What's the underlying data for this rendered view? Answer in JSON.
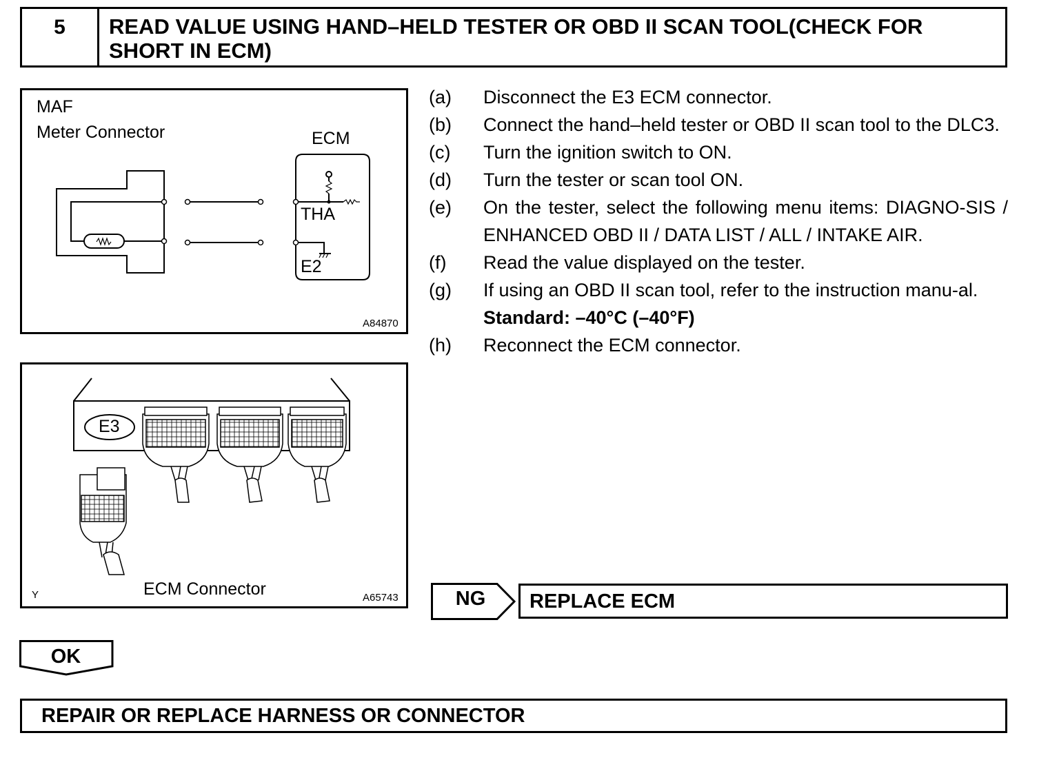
{
  "header": {
    "step_number": "5",
    "title": "READ VALUE USING HAND–HELD TESTER OR OBD II SCAN TOOL(CHECK FOR SHORT IN ECM)"
  },
  "figure1": {
    "label_maf": "MAF",
    "label_meter_connector": "Meter Connector",
    "label_ecm": "ECM",
    "label_tha": "THA",
    "label_e2": "E2",
    "code": "A84870"
  },
  "figure2": {
    "label_e3": "E3",
    "label_ecm_connector": "ECM Connector",
    "label_y": "Y",
    "code": "A65743"
  },
  "steps": [
    {
      "letter": "(a)",
      "text": "Disconnect the E3 ECM connector."
    },
    {
      "letter": "(b)",
      "text": "Connect the hand–held tester or OBD II scan tool to the DLC3."
    },
    {
      "letter": "(c)",
      "text": "Turn the ignition switch to ON."
    },
    {
      "letter": "(d)",
      "text": "Turn the tester or scan tool ON."
    },
    {
      "letter": "(e)",
      "text": "On the tester, select the following menu items: DIAGNO-SIS / ENHANCED OBD II / DATA LIST / ALL / INTAKE AIR."
    },
    {
      "letter": "(f)",
      "text": "Read the value displayed on the tester."
    },
    {
      "letter": "(g)",
      "text": "If using an OBD II scan tool, refer to the instruction manu-al."
    },
    {
      "letter": "",
      "text": "Standard: –40°C (–40°F)"
    },
    {
      "letter": "(h)",
      "text": "Reconnect the ECM connector."
    }
  ],
  "ng": {
    "label": "NG",
    "result": "REPLACE ECM"
  },
  "ok": {
    "label": "OK"
  },
  "final": {
    "result": "REPAIR OR REPLACE HARNESS OR CONNECTOR"
  }
}
